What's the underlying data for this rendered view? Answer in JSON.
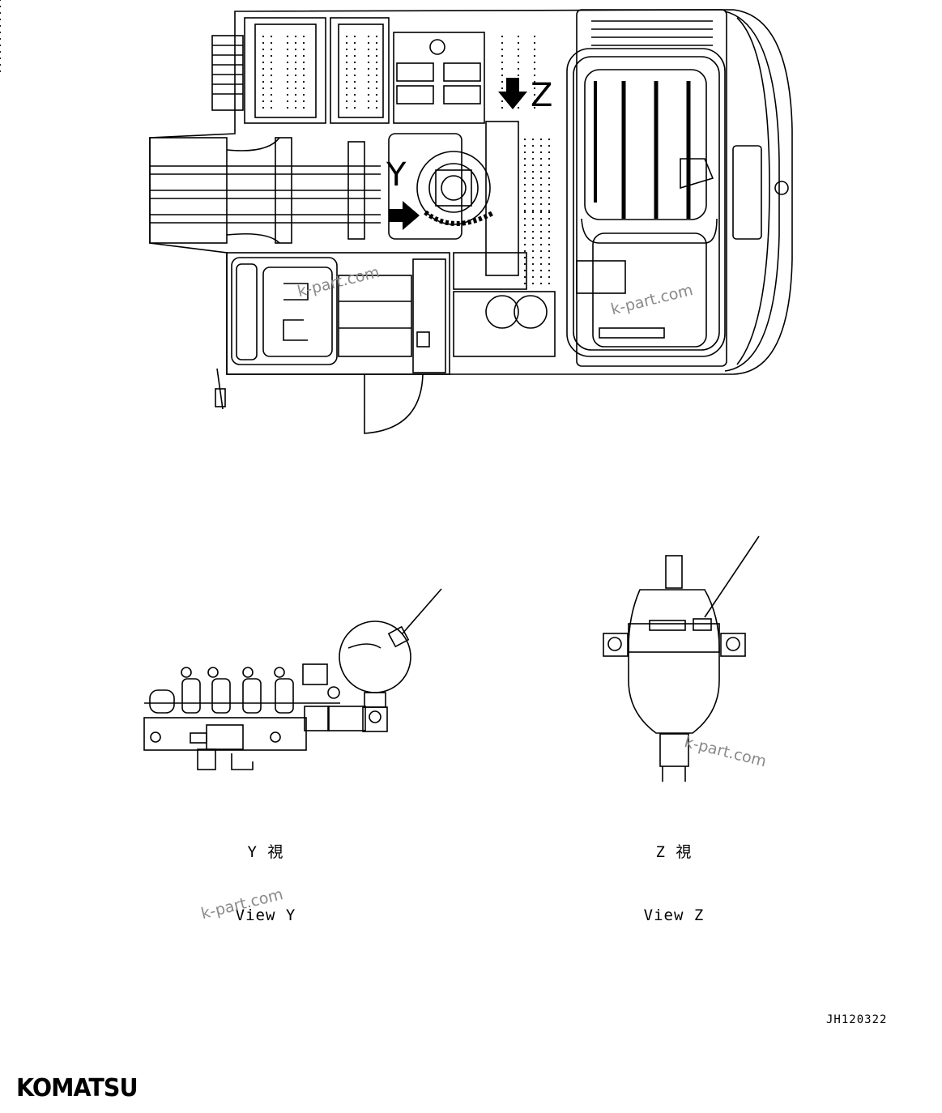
{
  "callouts": {
    "view_y_marker": "Y",
    "view_z_marker": "Z"
  },
  "views": {
    "y": {
      "jp_label": "Y 視",
      "en_label": "View Y"
    },
    "z": {
      "jp_label": "Z 視",
      "en_label": "View Z"
    }
  },
  "watermarks": [
    "k-part.com",
    "k-part.com",
    "k-part.com",
    "k-part.com"
  ],
  "drawing_code": "JH120322",
  "brand": {
    "logo_text": "KOMATSU"
  },
  "icons": {
    "arrow_y": "arrow-right-icon",
    "arrow_z": "arrow-down-icon"
  }
}
